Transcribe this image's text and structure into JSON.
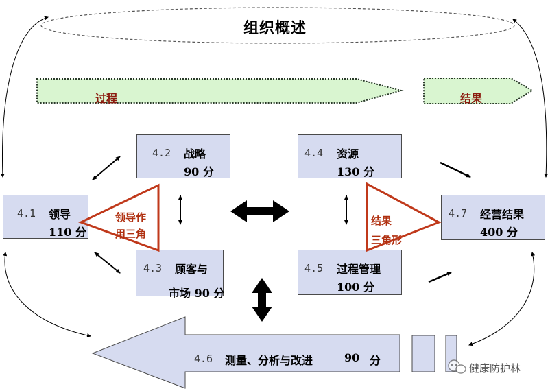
{
  "title": "组织概述",
  "bands": {
    "process": "过程",
    "results": "结果"
  },
  "boxes": {
    "b41": {
      "num": "4.1",
      "name": "领导",
      "score": "110 分"
    },
    "b42": {
      "num": "4.2",
      "name": "战略",
      "score": "90 分"
    },
    "b43": {
      "num": "4.3",
      "name": "顾客与",
      "score": "市场 90 分"
    },
    "b44": {
      "num": "4.4",
      "name": "资源",
      "score": "130 分"
    },
    "b45": {
      "num": "4.5",
      "name": "过程管理",
      "score": "100 分"
    },
    "b47": {
      "num": "4.7",
      "name": "经营结果",
      "score": "400 分"
    }
  },
  "triangles": {
    "leadership": {
      "line1": "领导作",
      "line2": "用三角"
    },
    "results": {
      "line1": "结果",
      "line2": "三角形"
    }
  },
  "measure_arrow": {
    "num": "4.6",
    "label": "测量、分析与改进",
    "score": "90",
    "unit": "分"
  },
  "watermark": "健康防护林",
  "colors": {
    "box_fill": "#d6dbf0",
    "band_fill": "#d9f5d0",
    "triangle_stroke": "#c0391b",
    "label_red": "#8b1a0e"
  }
}
